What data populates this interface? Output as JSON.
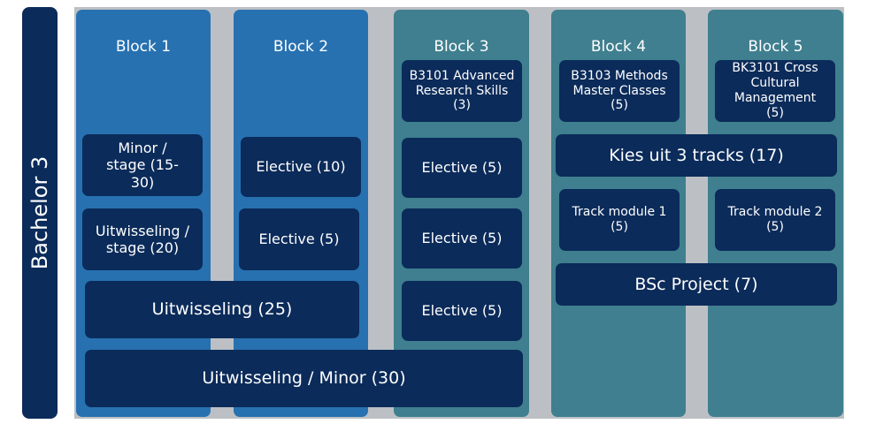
{
  "side_label": "Bachelor 3",
  "blocks": [
    {
      "title": "Block 1",
      "color": "#2771b1"
    },
    {
      "title": "Block 2",
      "color": "#2771b1"
    },
    {
      "title": "Block 3",
      "color": "#3f7f8f"
    },
    {
      "title": "Block 4",
      "color": "#3f7f8f"
    },
    {
      "title": "Block 5",
      "color": "#3f7f8f"
    }
  ],
  "modules": {
    "minor_stage": "Minor / stage (15-30)",
    "uitwisseling_stage": "Uitwisseling / stage (20)",
    "uitwisseling_25": "Uitwisseling (25)",
    "uitwisseling_minor": "Uitwisseling / Minor (30)",
    "elective_b2_1": "Elective (10)",
    "elective_b2_2": "Elective (5)",
    "b3101": "B3101 Advanced Research Skills (3)",
    "elective_b3_1": "Elective (5)",
    "elective_b3_2": "Elective (5)",
    "elective_b3_3": "Elective (5)",
    "b3103": "B3103 Methods Master Classes (5)",
    "bk3101": "BK3101 Cross Cultural Management (5)",
    "kies_uit": "Kies uit 3 tracks (17)",
    "track_1": "Track module 1 (5)",
    "track_2": "Track module 2 (5)",
    "bsc_project": "BSc Project (7)"
  },
  "colors": {
    "navy": "#0b2b5a",
    "blue": "#2771b1",
    "teal": "#3f7f8f",
    "gray": "#bcc0c4"
  }
}
